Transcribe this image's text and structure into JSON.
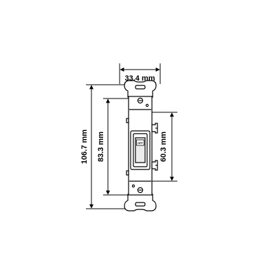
{
  "dimensions": {
    "width_label": "33.4 mm",
    "overall_height_label": "106.7 mm",
    "strap_height_label": "83.3 mm",
    "terminal_spacing_label": "60.3 mm"
  },
  "device": {
    "lever_label": "OFF"
  },
  "colors": {
    "line": "#000000",
    "fill": "#ffffff",
    "lever_fill": "#ececec"
  }
}
